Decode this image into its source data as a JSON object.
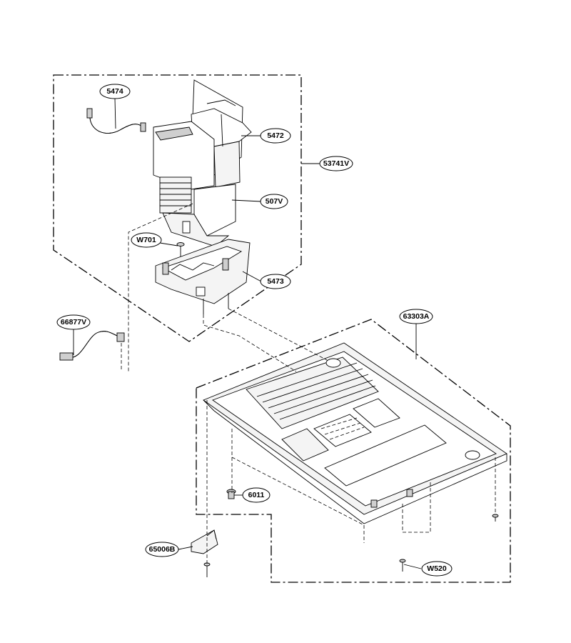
{
  "callouts": {
    "c5474": "5474",
    "c5472": "5472",
    "c53741V": "53741V",
    "c507V": "507V",
    "cW701": "W701",
    "c5473": "5473",
    "c66877V": "66877V",
    "c63303A": "63303A",
    "c6011": "6011",
    "c65006B": "65006B",
    "cW520": "W520"
  }
}
